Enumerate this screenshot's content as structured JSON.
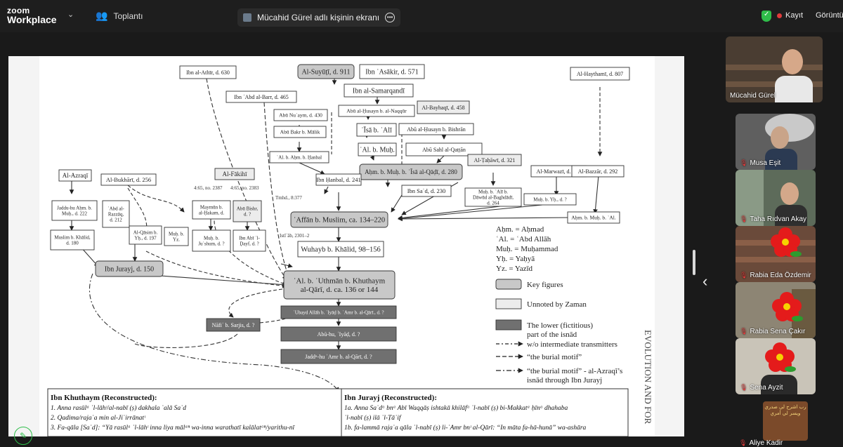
{
  "app": {
    "brand_top": "zoom",
    "brand_bottom": "Workplace"
  },
  "meeting_label": "Toplantı",
  "share_label": "Mücahid Gürel adlı kişinin ekranı",
  "recording_label": "Kayıt",
  "view_label": "Görüntü",
  "participants": [
    {
      "name": "Mücahid Gürel",
      "muted": false
    },
    {
      "name": "Musa Eşit",
      "muted": true
    },
    {
      "name": "Taha Rıdvan Akay",
      "muted": true
    },
    {
      "name": "Rabia Eda Özdemir",
      "muted": true
    },
    {
      "name": "Rabia Sena Çakır",
      "muted": true
    },
    {
      "name": "Sena Ayzit",
      "muted": true
    },
    {
      "name": "Aliye Kadir",
      "muted": true
    }
  ],
  "aliye_tile_text": "رب اشرح لي صدري ويسر لي أمري",
  "diagram": {
    "nodes": {
      "athir": "Ibn al-Athīr, d. 630",
      "suyuti": "Al-Suyūṭī, d. 911",
      "asakir": "Ibn ʿAsākir, d. 571",
      "haythami": "Al-Haythamī, d. 807",
      "abdbarr": "Ibn ʿAbd al-Barr, d. 465",
      "samarqandi": "Ibn al-Samarqandī",
      "abunuaym": "Abū Nuʿaym, d. 430",
      "naqqur": "Abū al-Ḥusayn b. al-Naqqūr",
      "bayhaqi": "Al-Bayhaqī, d. 458",
      "abubakr": "Abū Bakr b. Mālik",
      "isa": "ʿĪsā b. ʿAlī",
      "bishran": "Abū al-Ḥusayn b. Bishrān",
      "alahmad": "ʿAl. b. Aḥm. b. Ḥanbal",
      "almuh": "ʿAl. b. Muḥ.",
      "qattan": "Abū Sahl al-Qaṭṭān",
      "tahawi": "Al-Ṭaḥāwī, d. 321",
      "azraqi": "Al-Azraqī",
      "bukhari": "Al-Bukhārī, d. 256",
      "fakihi": "Al-Fākihī",
      "qadi": "Aḥm. b. Muḥ. b. ʿĪsā al-Qāḍī, d. 280",
      "marwazi": "Al-Marwazī, d. 294",
      "bazzar": "Al-Bazzār, d. 292",
      "hanbal": "Ibn Ḥanbal, d. 241",
      "saad": "Ibn Saʿd, d. 230",
      "jaddu": "Jaddu-hu Aḥm. b.|Muḥ., d. 222",
      "abdrazzaq": "ʿAbd al-|Razzāq,|d. 212",
      "qasim": "Al-Qāsim b.|Yḥ., d. 197",
      "muhyz": "Muḥ. b.|Yz.",
      "maymun": "Maymūn b.|al-Ḥakam, d.",
      "abubishr": "Abū Bishr,|d. ?",
      "baghdadi": "Muḥ. b. ʿAlī b.|Dāwūd al-Baghdādī,|d. 264",
      "muhyh": "Muḥ. b. Yḥ., d. ?",
      "muslimkh": "Muslim b. Khālid,|d. 180",
      "jushum": "Muḥ. b.|Juʿshum, d. ?",
      "dayf": "Ibn Abī ʾl-|Ḍayf, d. ?",
      "affan": "ʿAffān b. Muslim, ca. 134–220",
      "ahmmuh": "Aḥm. b. Muḥ. b. ʿAl.",
      "wuhayb": "Wuhayb b. Khālid, 98–156",
      "jurayj": "Ibn Jurayj, d. 150",
      "uthman": "ʿAl. b. ʿUthmān b. Khuthaym|al-Qārī, d. ca. 136 or 144",
      "ubayd": "ʿUbayd Allāh b. ʿIyāḍ b. ʿAmr b. al-Qārī., d. ?",
      "nafi": "Nāfiʿ b. Sarjis, d. ?",
      "abuhu": "Abū-hu, ʿIyāḍ, d. ?",
      "jadd": "Jaddᵘ-hu ʿAmr b. al-Qārī, d. ?"
    },
    "small_labels": {
      "fakihi_left": "4:65, no. 2387",
      "fakihi_right": "4:65, no. 2383",
      "tmhd": "Tmhd., 8:377",
      "istiab": "Istīʿāb, 2301–2"
    },
    "abbreviations": [
      "Aḥm. = Aḥmad",
      "ʿAl. = ʿAbd Allāh",
      "Muḥ. = Muḥammad",
      "Yḥ. = Yaḥyā",
      "Yz. = Yazīd"
    ],
    "legend": {
      "key": "Key figures",
      "unnoted": "Unnoted by Zaman",
      "lower": "The lower (fictitious)|part of the isnād",
      "line1": "w/o intermediate transmitters",
      "line2": "“the burial motif”",
      "line3": "“the burial motif” - al-Azraqī’s|isnād through Ibn Jurayj"
    },
    "bottom_left": {
      "title": "Ibn Khuthaym (Reconstructed):",
      "lines": [
        "1. Anna rasūlᵃ ʾl-lāhᶦ/al-nabī (ṣ) dakhala ʿalā Saʿd",
        "2. Qadima/rajaʿa min al-Jiʿirrānatᶦ",
        "3. Fa-qāla [Saʿd]: “Yā rasūlᵃ ʾl-lāhᶦ inna liya mālᵃⁿ wa-inna warathatī kalālatᵃⁿ/yarithu-nī"
      ]
    },
    "bottom_right": {
      "title": "Ibn Jurayj (Reconstructed):",
      "lines": [
        "1a. Anna Saʿdᵃ bnᵃ Abī Waqqāṣ ishtakā khilāfᵃ ʾl-nabī (ṣ) bi-Makkatᵃ ḥīnᵃ dhahaba",
        "ʾl-nabī (ṣ) ilā ʾl-Ṭāʾif",
        "1b. fa-lammā rajaʿa qāla ʾl-nabī (ṣ) li-ʿAmr bnᶦ al-Qārī: “In māta fa-hā-hunā” wa-ashāra"
      ]
    },
    "edge_text": "EVOLUTION AND FOR",
    "colors": {
      "key": "#c8c8c8",
      "unnoted": "#ececec",
      "lower": "#707070"
    }
  }
}
